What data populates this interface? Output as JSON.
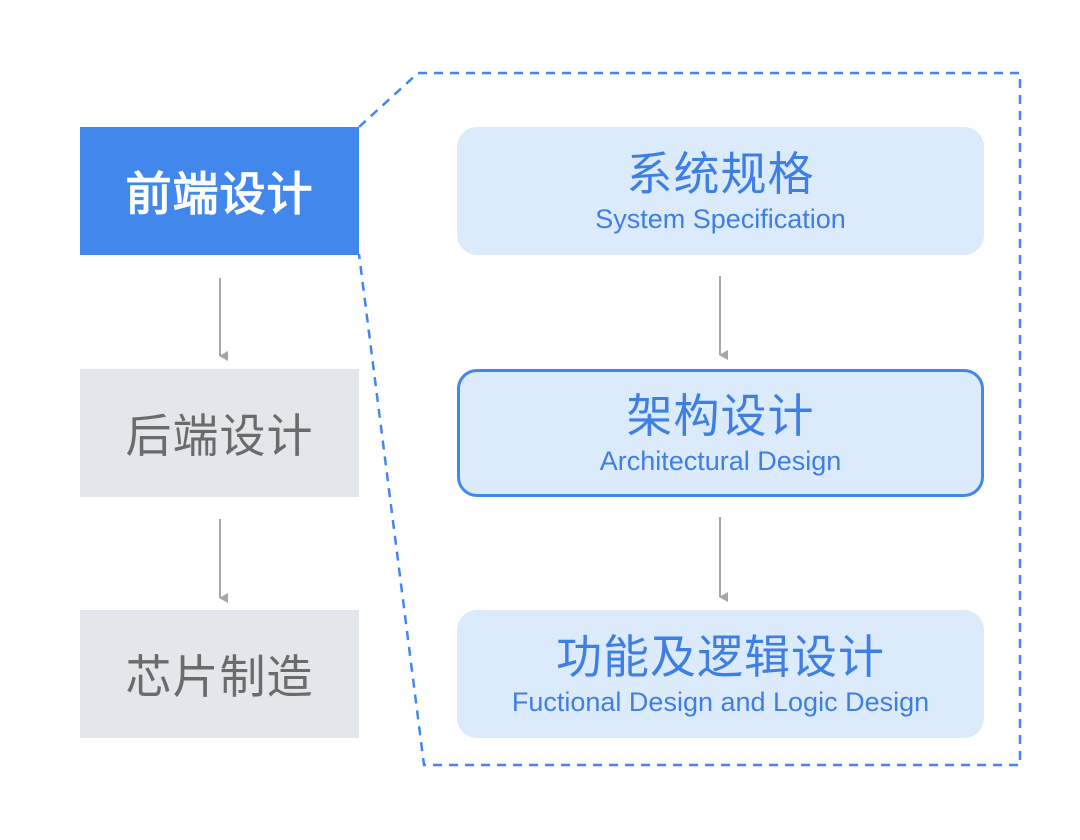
{
  "stages": [
    {
      "label": "前端设计",
      "state": "active"
    },
    {
      "label": "后端设计",
      "state": "inactive"
    },
    {
      "label": "芯片制造",
      "state": "inactive"
    }
  ],
  "frontend_detail": [
    {
      "title": "系统规格",
      "subtitle": "System Specification"
    },
    {
      "title": "架构设计",
      "subtitle": "Architectural Design"
    },
    {
      "title": "功能及逻辑设计",
      "subtitle": "Fuctional Design and Logic Design"
    }
  ],
  "colors": {
    "accent": "#4187ec",
    "accent_text": "#3f7ee3",
    "inactive_fill": "#e3e6eb",
    "inactive_text": "#6b6b6b",
    "detail_fill": "#dcebfb",
    "arrow": "#a6a6a6"
  }
}
